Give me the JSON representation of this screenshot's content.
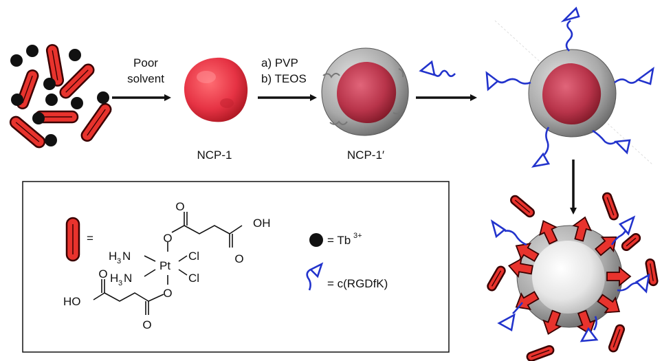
{
  "step1": {
    "line1": "Poor",
    "line2": "solvent"
  },
  "step2": {
    "line1": "a) PVP",
    "line2": "b) TEOS"
  },
  "labels": {
    "ncp1": "NCP-1",
    "ncp1_prime": "NCP-1′"
  },
  "legend": {
    "prodrug_eq": "=",
    "tb_eq": "= Tb",
    "tb_sup": "3+",
    "rgd_eq": "= c(RGDfK)"
  },
  "chemistry": {
    "h3n": "H",
    "sub3": "3",
    "n": "N",
    "pt": "Pt",
    "cl": "Cl",
    "o": "O",
    "oh": "OH",
    "ho": "HO"
  },
  "colors": {
    "red": "#e8332d",
    "dark_red": "#3a0000",
    "blue": "#2233cc",
    "black": "#111111"
  }
}
